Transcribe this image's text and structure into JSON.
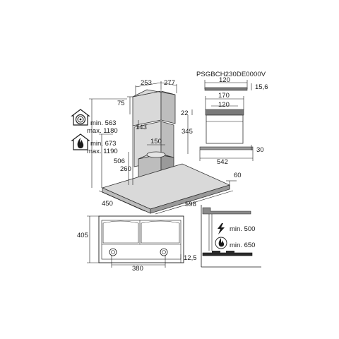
{
  "model_code": "PSGBCH230DE0000V",
  "icons": {
    "electric_icon": "house-electric-icon",
    "gas_icon": "house-gas-icon",
    "lightning_icon": "lightning-icon",
    "flame_icon": "flame-icon"
  },
  "clearance": {
    "electric_min": "min. 563",
    "electric_max": "max. 1180",
    "gas_min": "min. 673",
    "gas_max": "max. 1190",
    "side_electric_min": "min. 500",
    "side_gas_min": "min. 650"
  },
  "dims": {
    "chimney_depth": "253",
    "chimney_width": "277",
    "chimney_height": "75",
    "chimney_inner": "143",
    "outlet_diameter": "150",
    "height_506": "506",
    "height_260": "260",
    "depth_450": "450",
    "width_598": "598",
    "thickness_60": "60",
    "bracket_120_top": "120",
    "bracket_15_6": "15,6",
    "bracket_170": "170",
    "bracket_120_mid": "120",
    "bracket_22": "22",
    "bracket_345": "345",
    "bracket_542": "542",
    "bracket_30": "30",
    "bottom_405": "405",
    "bottom_380": "380",
    "bottom_12_5": "12,5"
  }
}
